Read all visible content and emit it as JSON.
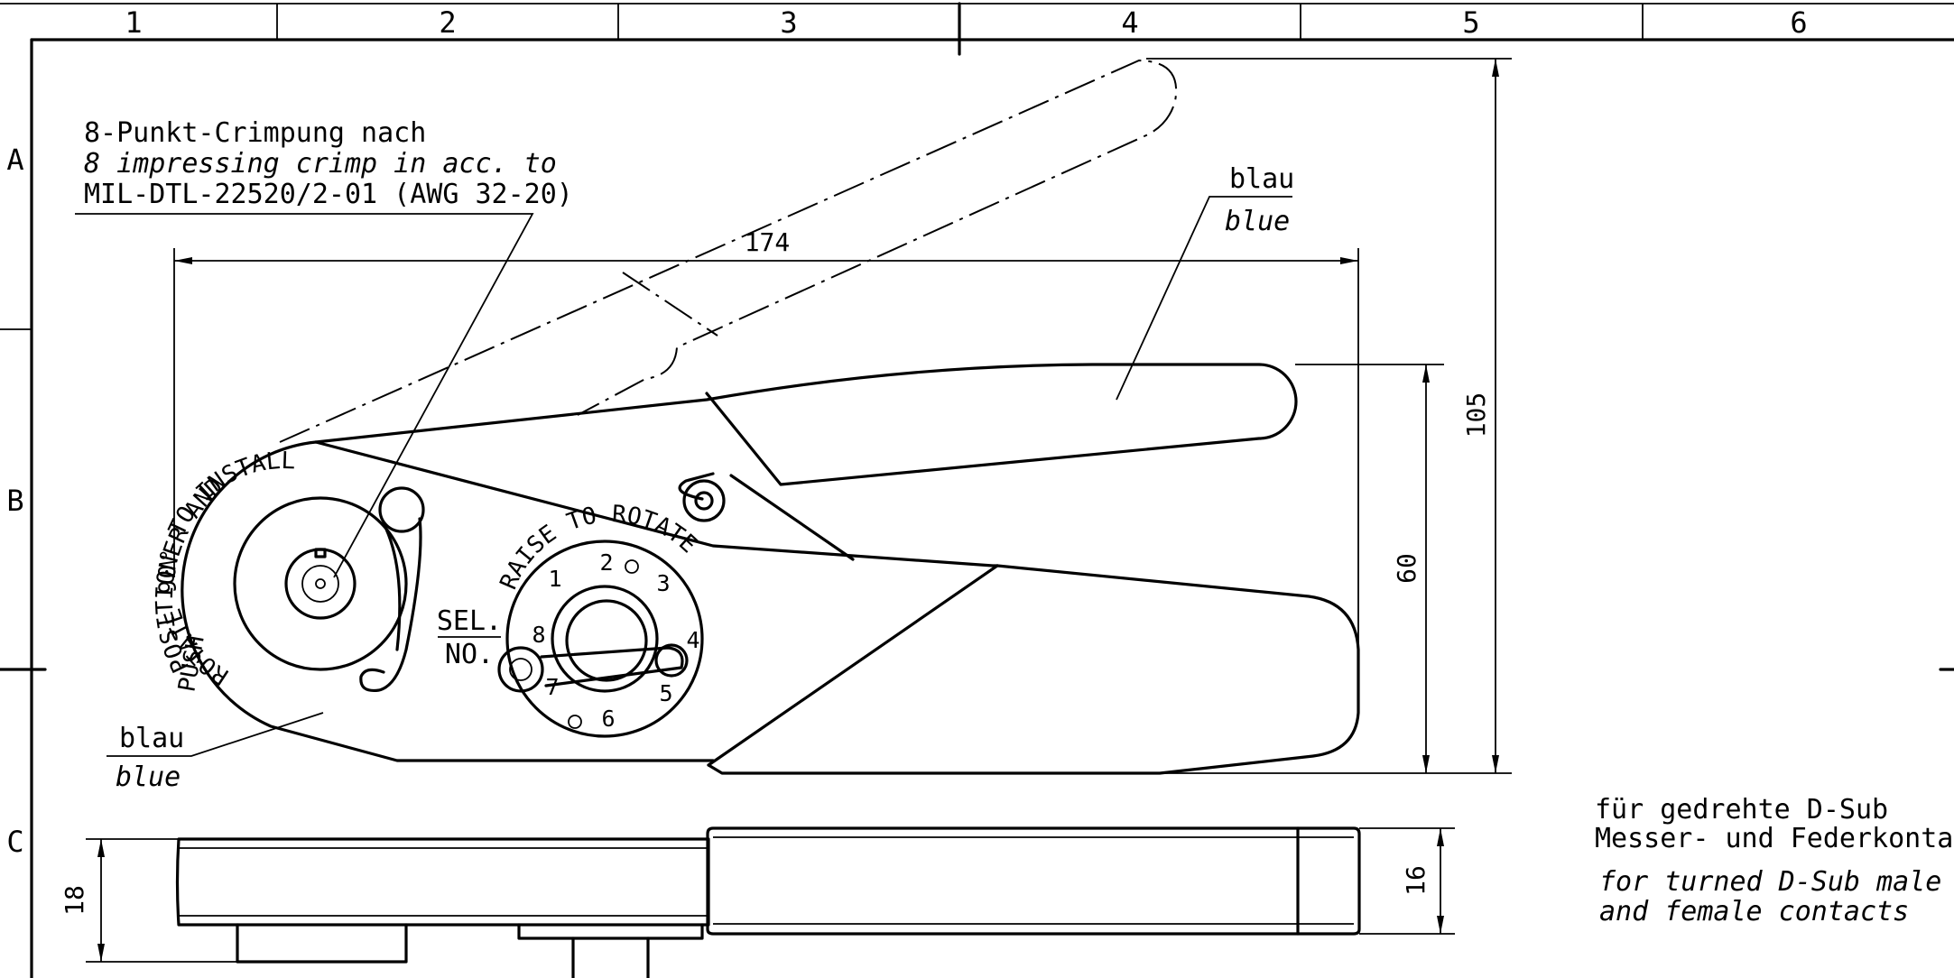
{
  "frame": {
    "columns": [
      "1",
      "2",
      "3",
      "4",
      "5",
      "6"
    ],
    "rows": [
      "A",
      "B",
      "C"
    ]
  },
  "labels": {
    "crimp_de": "8-Punkt-Crimpung nach",
    "crimp_en": "8 impressing crimp in acc. to",
    "crimp_spec": "MIL-DTL-22520/2-01 (AWG 32-20)",
    "handle_color_de": "blau",
    "handle_color_en": "blue",
    "head_color_de": "blau",
    "head_color_en": "blue",
    "sel_top": "SEL.",
    "sel_bottom": "NO.",
    "positioner_arc_1": "POSITIONER AND",
    "positioner_arc_2": "ROTATE 90° TO INSTALL",
    "push_text": "PUSH",
    "raise_arc": "RAISE TO ROTATE",
    "note_de_1": "für gedrehte D-Sub",
    "note_de_2": "Messer- und Federkontakte",
    "note_en_1": "for turned D-Sub male",
    "note_en_2": "and female contacts"
  },
  "dimensions": {
    "overall_length": "174",
    "overall_height": "105",
    "closed_height": "60",
    "head_thickness": "18",
    "handle_thickness": "16"
  },
  "selector_dial": {
    "positions": [
      "1",
      "2",
      "3",
      "4",
      "5",
      "6",
      "7",
      "8"
    ]
  }
}
